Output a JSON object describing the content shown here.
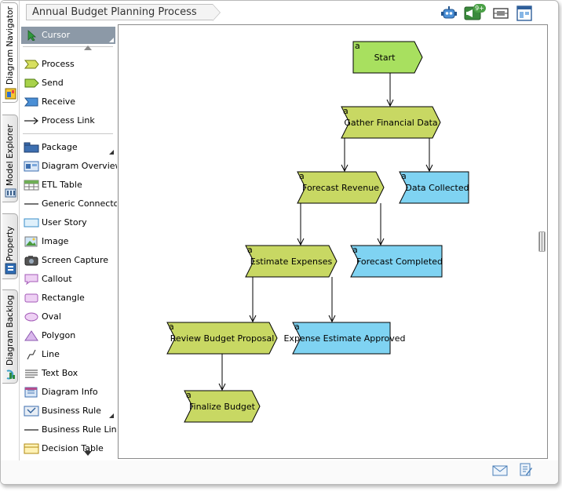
{
  "diagram": {
    "title": "Annual Budget Planning Process"
  },
  "side_tabs": [
    {
      "label": "Diagram Navigator"
    },
    {
      "label": "Model Explorer"
    },
    {
      "label": "Property"
    },
    {
      "label": "Diagram Backlog"
    }
  ],
  "toolbar": {
    "notification_badge": "9+"
  },
  "palette": {
    "items": [
      {
        "label": "Cursor",
        "icon": "cursor-icon",
        "selected": true
      },
      {
        "label": "Process",
        "icon": "process-icon"
      },
      {
        "label": "Send",
        "icon": "send-icon"
      },
      {
        "label": "Receive",
        "icon": "receive-icon"
      },
      {
        "label": "Process Link",
        "icon": "arrow-link-icon"
      },
      {
        "label": "Package",
        "icon": "package-icon"
      },
      {
        "label": "Diagram Overview",
        "icon": "diagram-overview-icon"
      },
      {
        "label": "ETL Table",
        "icon": "table-icon"
      },
      {
        "label": "Generic Connector",
        "icon": "line-connector-icon"
      },
      {
        "label": "User Story",
        "icon": "user-story-icon"
      },
      {
        "label": "Image",
        "icon": "image-icon"
      },
      {
        "label": "Screen Capture",
        "icon": "camera-icon"
      },
      {
        "label": "Callout",
        "icon": "callout-icon"
      },
      {
        "label": "Rectangle",
        "icon": "rectangle-icon"
      },
      {
        "label": "Oval",
        "icon": "oval-icon"
      },
      {
        "label": "Polygon",
        "icon": "polygon-icon"
      },
      {
        "label": "Line",
        "icon": "line-icon"
      },
      {
        "label": "Text Box",
        "icon": "text-box-icon"
      },
      {
        "label": "Diagram Info",
        "icon": "diagram-info-icon"
      },
      {
        "label": "Business Rule",
        "icon": "business-rule-icon"
      },
      {
        "label": "Business Rule Link",
        "icon": "line-connector-icon"
      },
      {
        "label": "Decision Table",
        "icon": "decision-table-icon"
      }
    ]
  },
  "nodes": [
    {
      "id": "start",
      "label": "Start",
      "marker": "a",
      "color": "#a8e05f"
    },
    {
      "id": "gather",
      "label": "Gather Financial Data",
      "marker": "a",
      "color": "#c8d863"
    },
    {
      "id": "forecast_revenue",
      "label": "Forecast Revenue",
      "marker": "a",
      "color": "#c8d863"
    },
    {
      "id": "data_collected",
      "label": "Data Collected",
      "marker": "a",
      "color": "#7fd3f2"
    },
    {
      "id": "estimate_expenses",
      "label": "Estimate Expenses",
      "marker": "a",
      "color": "#c8d863"
    },
    {
      "id": "forecast_completed",
      "label": "Forecast Completed",
      "marker": "a",
      "color": "#7fd3f2"
    },
    {
      "id": "review_budget",
      "label": "Review Budget Proposal",
      "marker": "a",
      "color": "#c8d863"
    },
    {
      "id": "expense_approved",
      "label": "Expense Estimate Approved",
      "marker": "a",
      "color": "#7fd3f2"
    },
    {
      "id": "finalize_budget",
      "label": "Finalize Budget",
      "marker": "a",
      "color": "#c8d863"
    }
  ],
  "links": [
    {
      "from": "start",
      "to": "gather"
    },
    {
      "from": "gather",
      "to": "forecast_revenue"
    },
    {
      "from": "gather",
      "to": "data_collected"
    },
    {
      "from": "forecast_revenue",
      "to": "estimate_expenses"
    },
    {
      "from": "forecast_revenue",
      "to": "forecast_completed"
    },
    {
      "from": "estimate_expenses",
      "to": "review_budget"
    },
    {
      "from": "estimate_expenses",
      "to": "expense_approved"
    },
    {
      "from": "review_budget",
      "to": "finalize_budget"
    }
  ]
}
